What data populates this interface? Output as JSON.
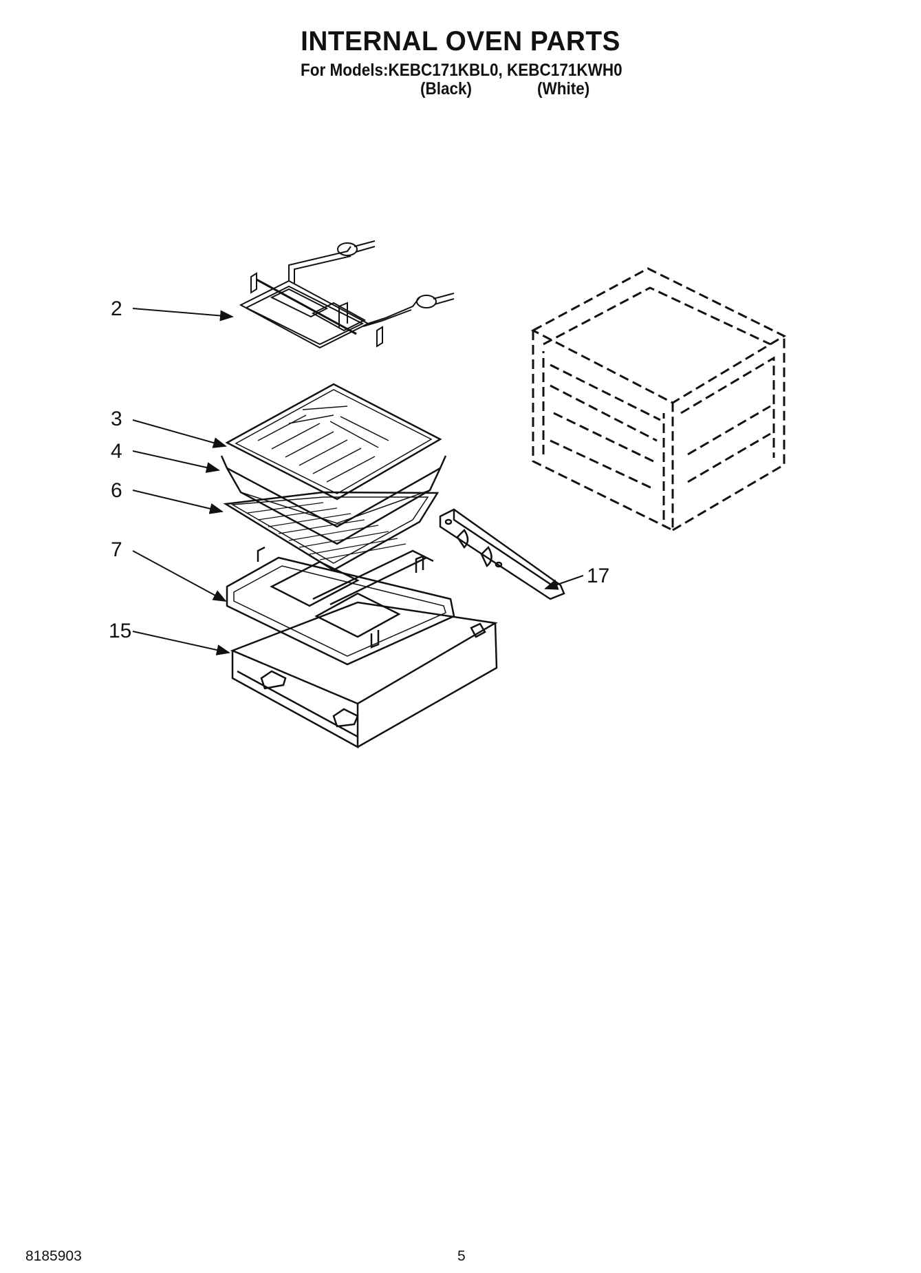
{
  "header": {
    "title": "INTERNAL OVEN PARTS",
    "models_line": "For Models:KEBC171KBL0, KEBC171KWH0",
    "color_black": "(Black)",
    "color_white": "(White)"
  },
  "callouts": {
    "c2": "2",
    "c3": "3",
    "c4": "4",
    "c6": "6",
    "c7": "7",
    "c15": "15",
    "c17": "17"
  },
  "footer": {
    "doc_number": "8185903",
    "page_number": "5"
  }
}
